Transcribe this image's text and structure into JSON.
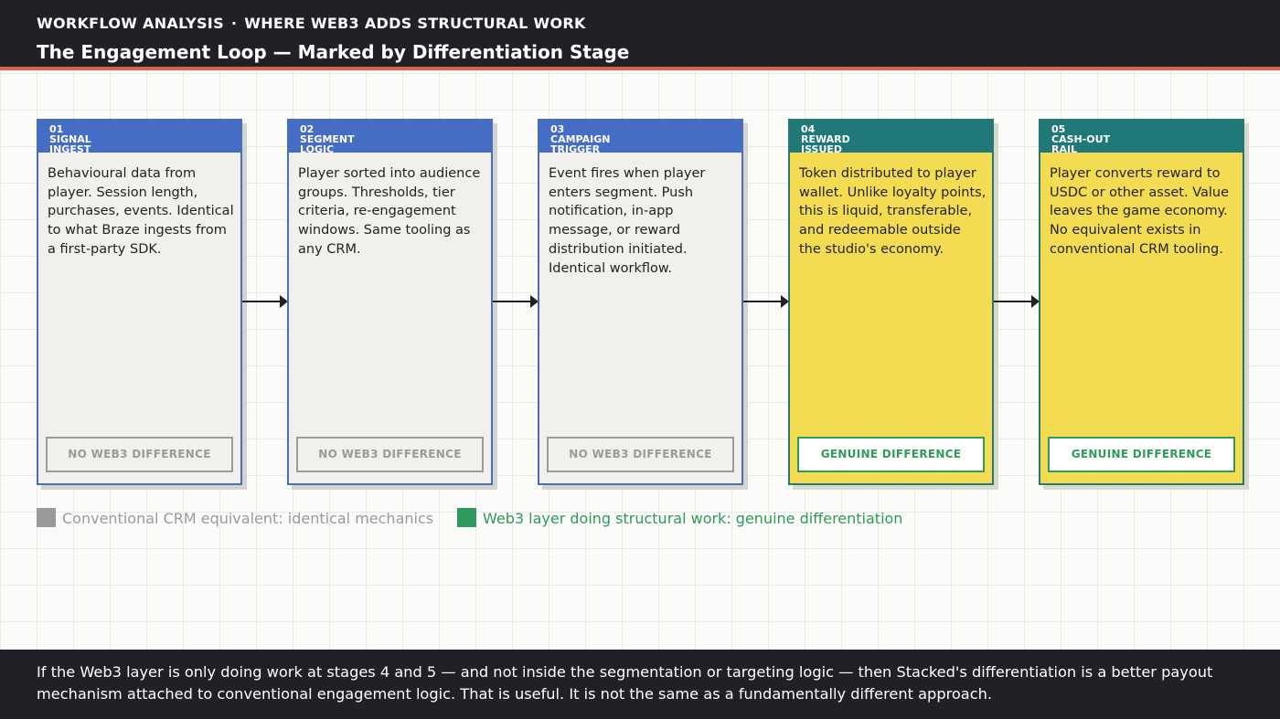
{
  "header": {
    "eyebrow_left": "WORKFLOW ANALYSIS",
    "eyebrow_separator": "·",
    "eyebrow_right": "WHERE WEB3 ADDS STRUCTURAL WORK",
    "title": "The Engagement Loop — Marked by Differentiation Stage"
  },
  "stages": [
    {
      "number": "01",
      "label_line1": "SIGNAL",
      "label_line2": "INGEST",
      "description": "Behavioural data from player. Session length, purchases, events. Identical to what Braze ingests from a first-party SDK.",
      "badge": "NO WEB3 DIFFERENCE",
      "category": "conventional"
    },
    {
      "number": "02",
      "label_line1": "SEGMENT",
      "label_line2": "LOGIC",
      "description": "Player sorted into audience groups. Thresholds, tier criteria, re-engagement windows. Same tooling as any CRM.",
      "badge": "NO WEB3 DIFFERENCE",
      "category": "conventional"
    },
    {
      "number": "03",
      "label_line1": "CAMPAIGN",
      "label_line2": "TRIGGER",
      "description": "Event fires when player enters segment. Push notification, in-app message, or reward distribution initiated. Identical workflow.",
      "badge": "NO WEB3 DIFFERENCE",
      "category": "conventional"
    },
    {
      "number": "04",
      "label_line1": "REWARD",
      "label_line2": "ISSUED",
      "description": "Token distributed to player wallet. Unlike loyalty points, this is liquid, transferable, and redeemable outside the studio's economy.",
      "badge": "GENUINE DIFFERENCE",
      "category": "web3"
    },
    {
      "number": "05",
      "label_line1": "CASH-OUT",
      "label_line2": "RAIL",
      "description": "Player converts reward to USDC or other asset. Value leaves the game economy. No equivalent exists in conventional CRM tooling.",
      "badge": "GENUINE DIFFERENCE",
      "category": "web3"
    }
  ],
  "legend": {
    "conventional": {
      "label": "Conventional CRM equivalent: identical mechanics",
      "color": "#9a9a9a"
    },
    "web3": {
      "label": "Web3 layer doing structural work: genuine differentiation",
      "color": "#2e9a5b"
    }
  },
  "colors": {
    "conventional_header": "#456dc4",
    "conventional_fill": "#f1f0ec",
    "web3_header": "#207878",
    "web3_fill": "#f4dc52",
    "accent": "#de5d4e",
    "dark": "#212026"
  },
  "footer": {
    "text": "If the Web3 layer is only doing work at stages 4 and 5 — and not inside the segmentation or targeting logic — then Stacked's differentiation is a better payout mechanism attached to conventional engagement logic. That is useful. It is not the same as a fundamentally different approach."
  }
}
